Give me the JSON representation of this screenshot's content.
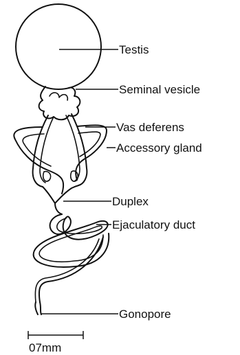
{
  "labels": {
    "testis": "Testis",
    "seminal_vesicle": "Seminal vesicle",
    "vas_deferens": "Vas deferens",
    "accessory_gland": "Accessory gland",
    "duplex": "Duplex",
    "ejaculatory_duct": "Ejaculatory duct",
    "gonopore": "Gonopore"
  },
  "scale_bar": {
    "label": "07mm"
  },
  "colors": {
    "ink": "#111111",
    "background": "#ffffff"
  }
}
